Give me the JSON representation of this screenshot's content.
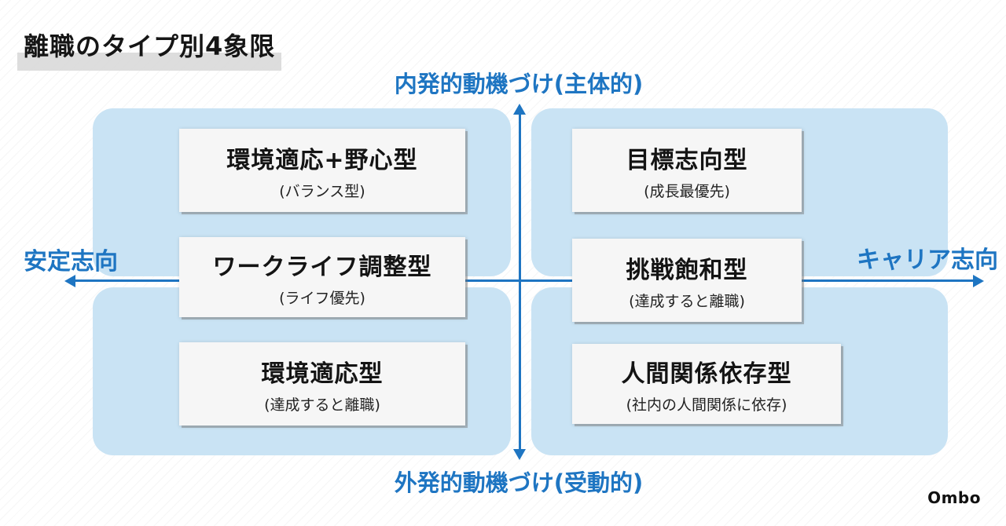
{
  "title": "離職のタイプ別4象限",
  "axes": {
    "top": "内発的動機づけ(主体的)",
    "bottom": "外発的動機づけ(受動的)",
    "left": "安定志向",
    "right": "キャリア志向"
  },
  "types": [
    {
      "name": "環境適応+野心型",
      "sub": "(バランス型)"
    },
    {
      "name": "ワークライフ調整型",
      "sub": "(ライフ優先)"
    },
    {
      "name": "環境適応型",
      "sub": "(達成すると離職)"
    },
    {
      "name": "目標志向型",
      "sub": "(成長最優先)"
    },
    {
      "name": "挑戦飽和型",
      "sub": "(達成すると離職)"
    },
    {
      "name": "人間関係依存型",
      "sub": "(社内の人間関係に依存)"
    }
  ],
  "brand": "Ombo",
  "colors": {
    "accent": "#1e75c2",
    "quadrant": "#c9e3f4",
    "card": "#f6f6f6"
  }
}
